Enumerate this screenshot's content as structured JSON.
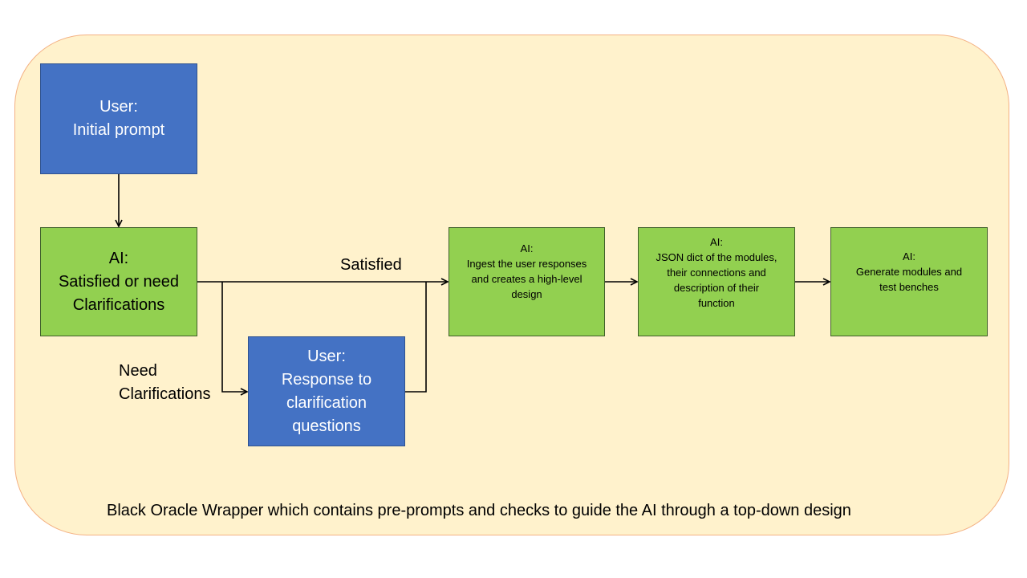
{
  "wrapper": {
    "caption": "Black Oracle Wrapper which contains pre-prompts and checks to guide the AI through a top-down design",
    "fill_color": "#fff2cc",
    "border_color": "#f4b183"
  },
  "nodes": {
    "user_initial": {
      "line1": "User:",
      "line2": "Initial prompt",
      "color": "#4472c4"
    },
    "ai_decision": {
      "line1": "AI:",
      "line2": "Satisfied or need",
      "line3": "Clarifications",
      "color": "#92d050"
    },
    "user_response": {
      "line1": "User:",
      "line2": "Response to",
      "line3": "clarification",
      "line4": "questions",
      "color": "#4472c4"
    },
    "ai_design": {
      "line1": "AI:",
      "line2": "Ingest the user responses",
      "line3": "and creates a high-level",
      "line4": "design",
      "color": "#92d050"
    },
    "ai_json": {
      "line1": "AI:",
      "line2": "JSON dict of the modules,",
      "line3": "their connections and",
      "line4": "description of their",
      "line5": "function",
      "color": "#92d050"
    },
    "ai_generate": {
      "line1": "AI:",
      "line2": "Generate modules and",
      "line3": "test benches",
      "color": "#92d050"
    }
  },
  "edges": {
    "satisfied_label": "Satisfied",
    "need_label_line1": "Need",
    "need_label_line2": "Clarifications"
  }
}
